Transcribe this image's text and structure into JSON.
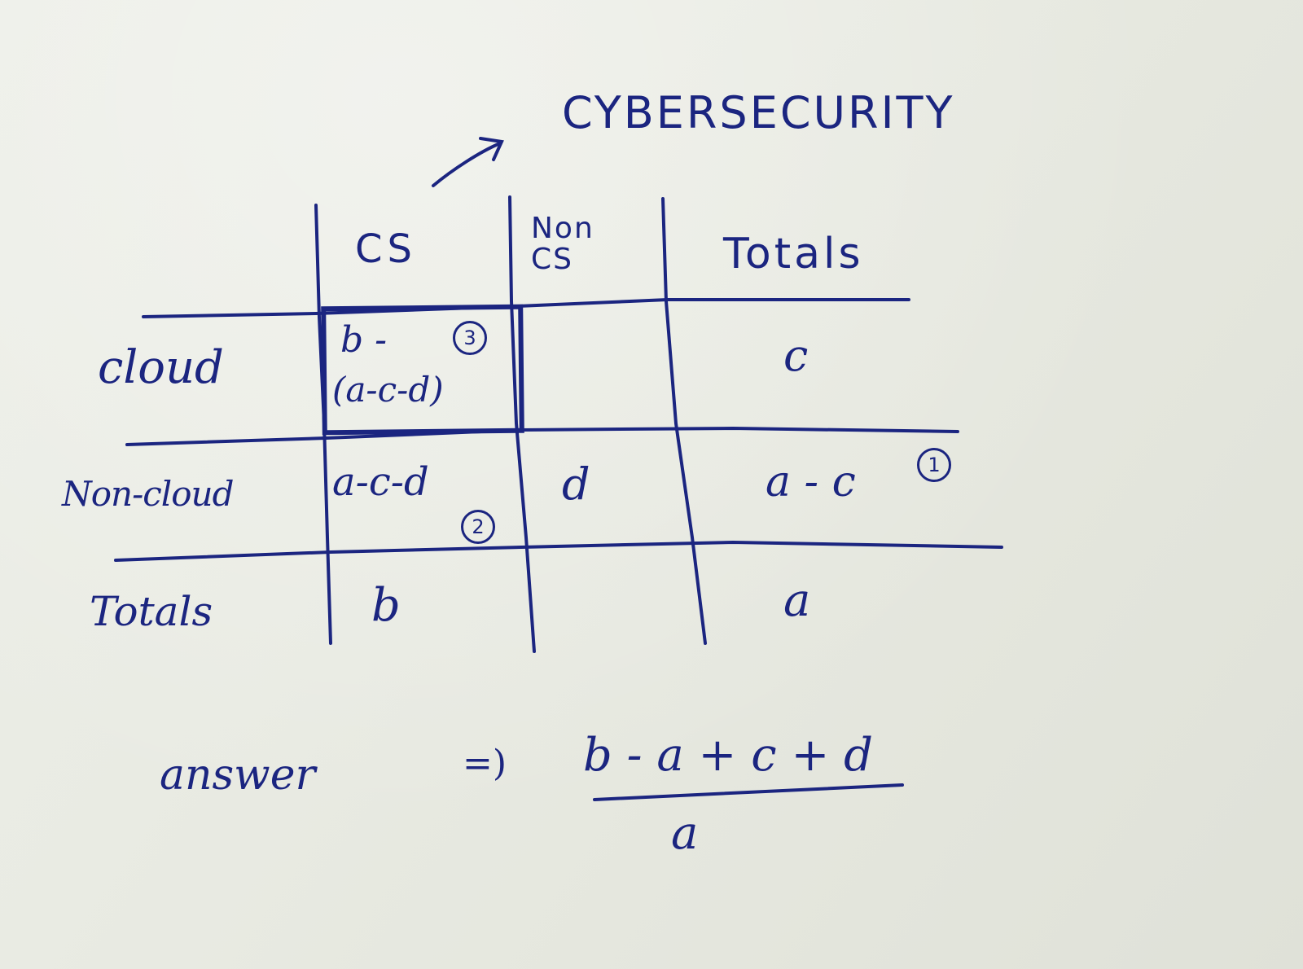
{
  "note": {
    "header_label": "CYBERSECURITY",
    "columns": [
      "CS",
      "Non CS",
      "Totals"
    ],
    "rows": [
      {
        "label": "cloud",
        "cs": "b -",
        "cs_line2": "(a-c-d)",
        "cs_marker": "3",
        "non_cs": "",
        "total": "c"
      },
      {
        "label": "Non-cloud",
        "cs": "a-c-d",
        "cs_marker": "2",
        "non_cs": "d",
        "total": "a - c",
        "total_marker": "1"
      },
      {
        "label": "Totals",
        "cs": "b",
        "non_cs": "",
        "total": "a"
      }
    ],
    "answer": {
      "label": "answer",
      "arrow": "=)",
      "numerator": "b - a + c + d",
      "denominator": "a"
    }
  },
  "colors": {
    "ink": "#1b2580",
    "paper": "#e9ebe3"
  }
}
